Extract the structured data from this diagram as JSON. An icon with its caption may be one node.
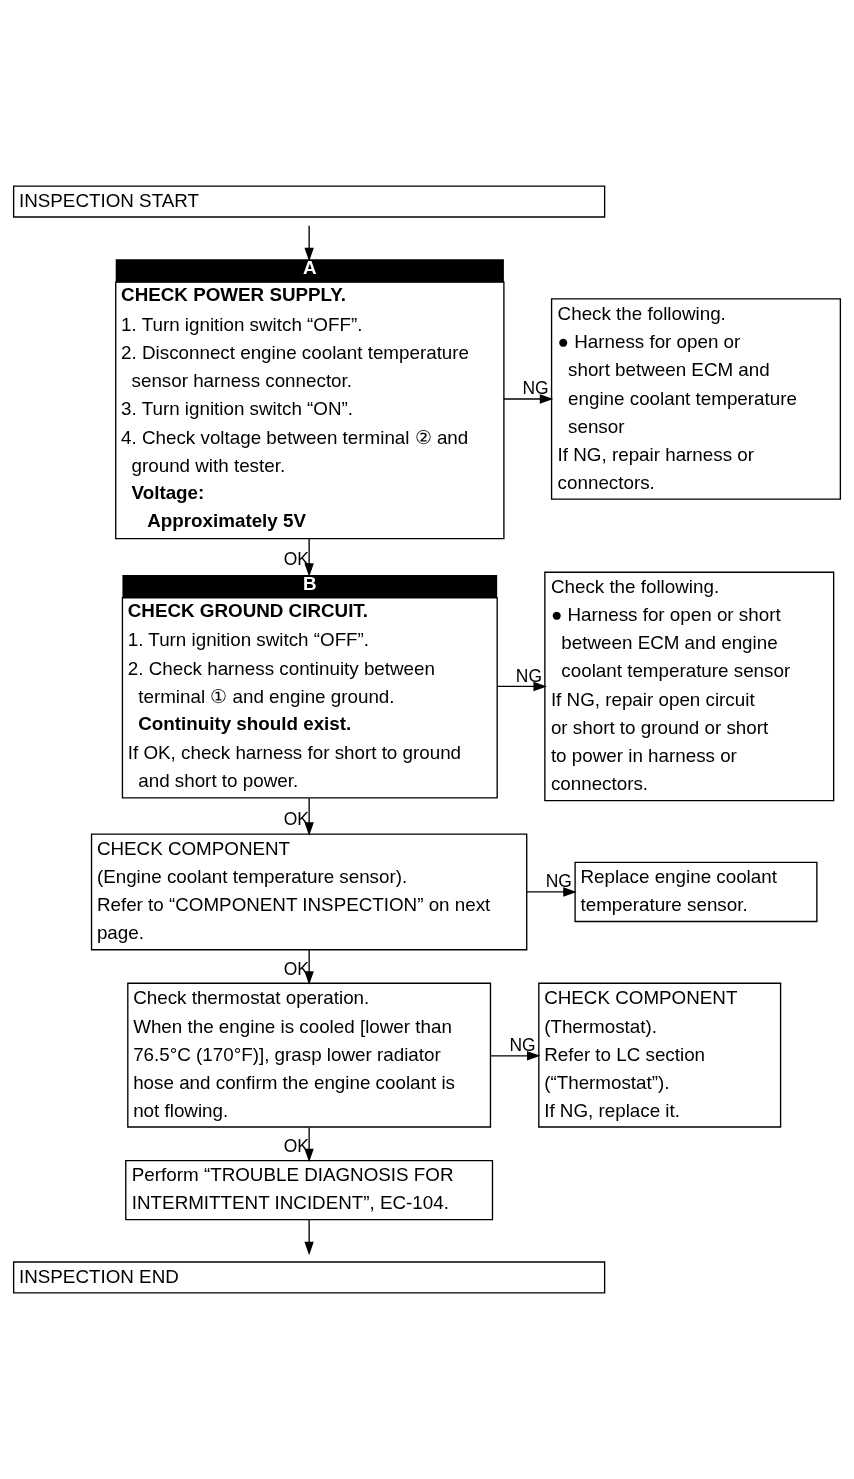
{
  "diagram": {
    "nodes": [
      {
        "text": [
          "INSPECTION START"
        ]
      },
      {
        "text": [
          "CHECK POWER SUPPLY.",
          "1. Turn ignition switch “OFF”.",
          "2. Disconnect engine coolant temperature sensor harness connector.",
          "3. Turn ignition switch “ON”.",
          "4. Check voltage between terminal ② and ground with tester.",
          "Voltage:",
          "Approximately 5V"
        ],
        "beside": [
          "A"
        ]
      },
      {
        "text": [
          "Check the following.",
          "● Harness for open or short between ECM and engine coolant temperature sensor",
          "If NG, repair harness or connectors."
        ]
      },
      {
        "text": [
          "CHECK GROUND CIRCUIT.",
          "1. Turn ignition switch “OFF”.",
          "2. Check harness continuity between terminal ① and engine ground.",
          "Continuity should exist.",
          "If OK, check harness for short to ground and short to power."
        ],
        "beside": [
          "B"
        ]
      },
      {
        "text": [
          "Check the following.",
          "● Harness for open or short between ECM and engine coolant temperature sensor",
          "If NG, repair open circuit or short to ground or short to power in harness or connectors."
        ]
      },
      {
        "text": [
          "CHECK COMPONENT",
          "(Engine coolant temperature sensor).",
          "Refer to “COMPONENT INSPECTION” on next page."
        ]
      },
      {
        "text": [
          "Replace engine coolant temperature sensor."
        ]
      },
      {
        "text": [
          "Check thermostat operation.",
          "When the engine is cooled [lower than 76.5°C (170°F)], grasp lower radiator hose and confirm the engine coolant is not flowing."
        ]
      },
      {
        "text": [
          "CHECK COMPONENT",
          "(Thermostat).",
          "Refer to LC section (“Thermostat”).",
          "If NG, replace it."
        ]
      },
      {
        "text": [
          "Perform “TROUBLE DIAGNOSIS FOR INTERMITTENT INCIDENT”, EC-104."
        ]
      },
      {
        "text": [
          "INSPECTION END"
        ]
      }
    ],
    "edges": [
      {
        "from": 0,
        "to": 1,
        "arrow": "to"
      },
      {
        "from": 1,
        "to": 2,
        "label": "NG",
        "arrow": "to"
      },
      {
        "from": 1,
        "to": 3,
        "label": "OK",
        "arrow": "to"
      },
      {
        "from": 3,
        "to": 4,
        "label": "NG",
        "arrow": "to"
      },
      {
        "from": 3,
        "to": 5,
        "label": "OK",
        "arrow": "to"
      },
      {
        "from": 5,
        "to": 6,
        "label": "NG",
        "arrow": "to"
      },
      {
        "from": 5,
        "to": 7,
        "label": "OK",
        "arrow": "to"
      },
      {
        "from": 7,
        "to": 8,
        "label": "NG",
        "arrow": "to"
      },
      {
        "from": 7,
        "to": 9,
        "label": "OK",
        "arrow": "to"
      },
      {
        "from": 9,
        "to": 10,
        "arrow": "to"
      }
    ]
  }
}
